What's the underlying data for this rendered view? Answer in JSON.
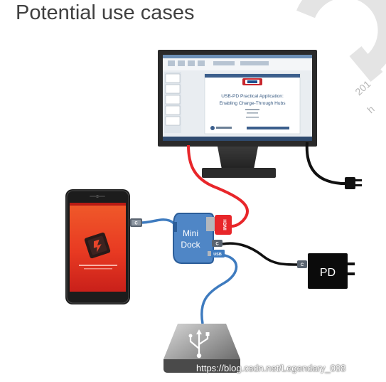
{
  "page": {
    "title": "Potential use cases"
  },
  "slide": {
    "line1": "USB-PD Practical Application:",
    "line2": "Enabling Charge-Through Hubs"
  },
  "devices": {
    "dock_line1": "Mini",
    "dock_line2": "Dock",
    "hdmi_label": "HDMI",
    "usb_label": "USB",
    "c_label": "C",
    "charger_label": "PD"
  },
  "watermark": {
    "url": "https://blog.csdn.net/Legendary_008"
  },
  "colors": {
    "hdmi_cable": "#e8262a",
    "usb_cable": "#3e7bbf",
    "power_cable": "#111111",
    "dock": "#4f86c6",
    "phone_screen": "#e8452a"
  }
}
